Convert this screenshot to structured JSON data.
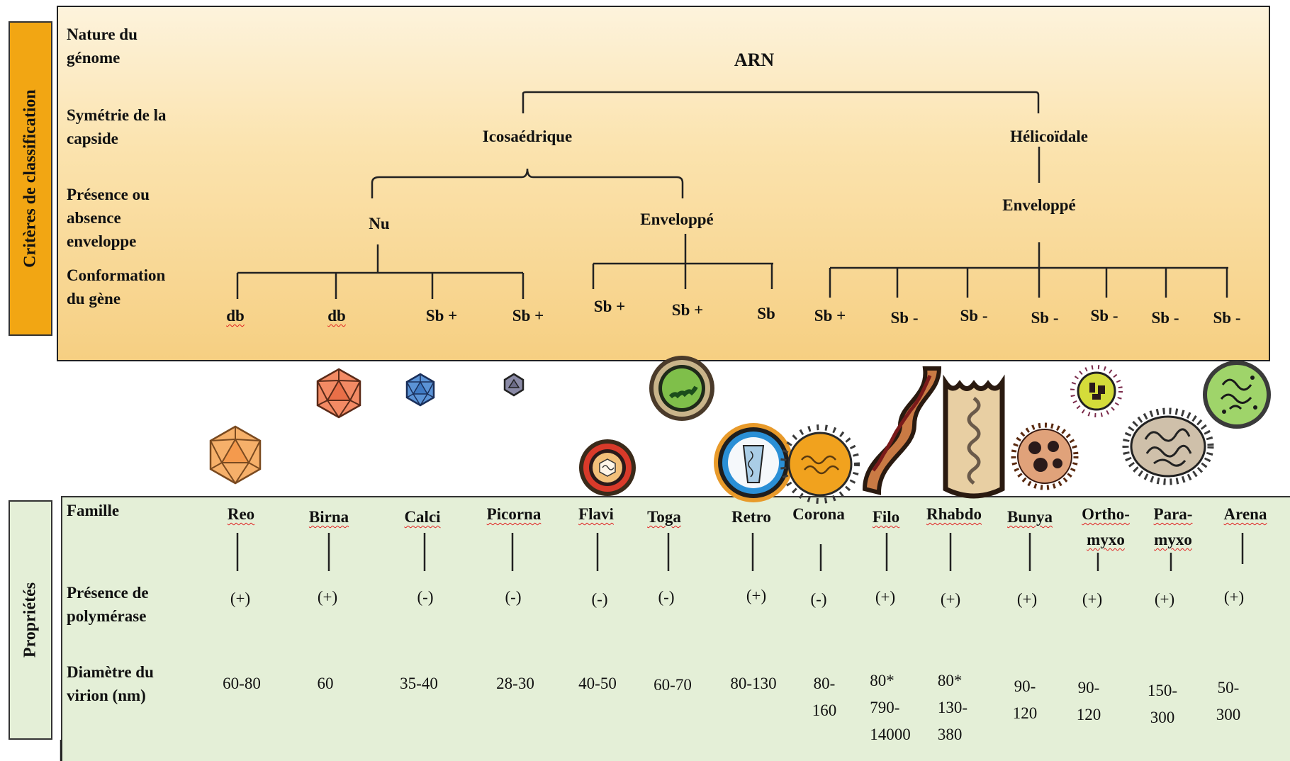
{
  "side_labels": {
    "top": "Critères de classification",
    "bottom": "Propriétés"
  },
  "criteria": {
    "genome": [
      "Nature du",
      "génome"
    ],
    "symmetry": [
      "Symétrie de la",
      "capside"
    ],
    "envelope": [
      "Présence ou",
      "absence",
      "enveloppe"
    ],
    "conformation": [
      "Conformation",
      "du gène"
    ]
  },
  "tree": {
    "root": "ARN",
    "sym_icosa": "Icosaédrique",
    "sym_helic": "Hélicoïdale",
    "env_nu": "Nu",
    "env_icosa": "Enveloppé",
    "env_helic": "Enveloppé",
    "leaves": [
      "db",
      "db",
      "Sb +",
      "Sb +",
      "Sb +",
      "Sb +",
      "Sb",
      "Sb +",
      "Sb -",
      "Sb -",
      "Sb -",
      "Sb -",
      "Sb -",
      "Sb -"
    ]
  },
  "properties": {
    "famille_label": "Famille",
    "polymerase_label": [
      "Présence de",
      "polymérase"
    ],
    "diametre_label": [
      "Diamètre du",
      "virion (nm)"
    ]
  },
  "families": [
    {
      "name": "Reo",
      "pol": "(+)",
      "dia": "60-80"
    },
    {
      "name": "Birna",
      "pol": "(+)",
      "dia": "60"
    },
    {
      "name": "Calci",
      "pol": "(-)",
      "dia": "35-40"
    },
    {
      "name": "Picorna",
      "pol": "(-)",
      "dia": "28-30"
    },
    {
      "name": "Flavi",
      "pol": "(-)",
      "dia": "40-50"
    },
    {
      "name": "Toga",
      "pol": "(-)",
      "dia": "60-70"
    },
    {
      "name": "Retro",
      "pol": "(+)",
      "dia": "80-130"
    },
    {
      "name": "Corona",
      "pol": "(-)",
      "dia": "80-\n160"
    },
    {
      "name": "Filo",
      "pol": "(+)",
      "dia": "80*\n790-\n14000"
    },
    {
      "name": "Rhabdo",
      "pol": "(+)",
      "dia": "80*\n130-\n380"
    },
    {
      "name": "Bunya",
      "pol": "(+)",
      "dia": "90-\n120"
    },
    {
      "name": "Ortho-\nmyxo",
      "pol": "(+)",
      "dia": "90-\n120"
    },
    {
      "name": "Para-\nmyxo",
      "pol": "(+)",
      "dia": "150-\n300"
    },
    {
      "name": "Arena",
      "pol": "(+)",
      "dia": "50-\n300"
    }
  ],
  "icons": [
    "icosahedron-large-icon",
    "icosahedron-orange-icon",
    "icosahedron-blue-icon",
    "icosahedron-small-icon",
    "enveloped-virus-icon",
    "enveloped-spherical-virus-icon",
    "enveloped-cone-core-icon",
    "spiked-corona-icon",
    "filamentous-virus-icon",
    "bullet-shaped-virus-icon",
    "segmented-sphere-virus-icon",
    "spiked-segmented-virus-icon",
    "pleomorphic-helical-virus-icon",
    "arena-sandy-virus-icon"
  ]
}
